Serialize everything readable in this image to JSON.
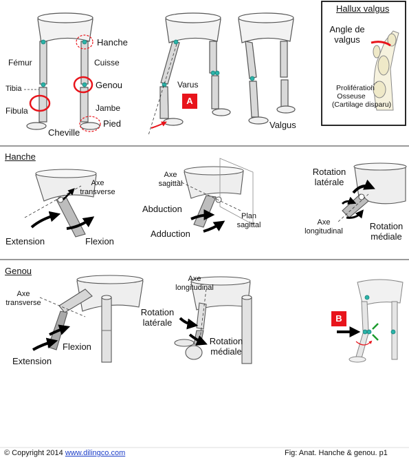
{
  "top": {
    "labels": {
      "femur": "Fémur",
      "tibia": "Tibia",
      "fibula": "Fibula",
      "hanche": "Hanche",
      "cuisse": "Cuisse",
      "genou": "Genou",
      "jambe": "Jambe",
      "pied": "Pied",
      "cheville": "Cheville",
      "varus": "Varus",
      "valgus": "Valgus"
    },
    "badge_a": "A",
    "hallux": {
      "title": "Hallux valgus",
      "angle_line1": "Angle de",
      "angle_line2": "valgus",
      "prolif_line1": "Prolifération",
      "prolif_line2": "Osseuse",
      "prolif_line3": "(Cartilage disparu)"
    }
  },
  "hip": {
    "title": "Hanche",
    "axe_transverse_1": "Axe",
    "axe_transverse_2": "transverse",
    "extension": "Extension",
    "flexion": "Flexion",
    "axe_sagittal_1": "Axe",
    "axe_sagittal_2": "sagittal",
    "abduction": "Abduction",
    "adduction": "Adduction",
    "plan_1": "Plan",
    "plan_2": "sagittal",
    "rot_lat_1": "Rotation",
    "rot_lat_2": "latérale",
    "axe_long_1": "Axe",
    "axe_long_2": "longitudinal",
    "rot_med_1": "Rotation",
    "rot_med_2": "médiale"
  },
  "knee": {
    "title": "Genou",
    "axe_transverse_1": "Axe",
    "axe_transverse_2": "transverse",
    "flexion": "Flexion",
    "extension": "Extension",
    "axe_long_1": "Axe",
    "axe_long_2": "longitudinal",
    "rot_lat_1": "Rotation",
    "rot_lat_2": "latérale",
    "rot_med_1": "Rotation",
    "rot_med_2": "médiale",
    "badge_b": "B"
  },
  "footer": {
    "copyright": "© Copyright 2014 ",
    "link": "www.dilingco.com",
    "fig": "Fig:  Anat. Hanche & genou. p1"
  },
  "colors": {
    "accent_red": "#e8141b",
    "joint_teal": "#2bb3a8",
    "bone_fill": "#d9d9d9",
    "bone_stroke": "#555555",
    "arrow_black": "#000000",
    "green_mark": "#1a9b2c"
  }
}
